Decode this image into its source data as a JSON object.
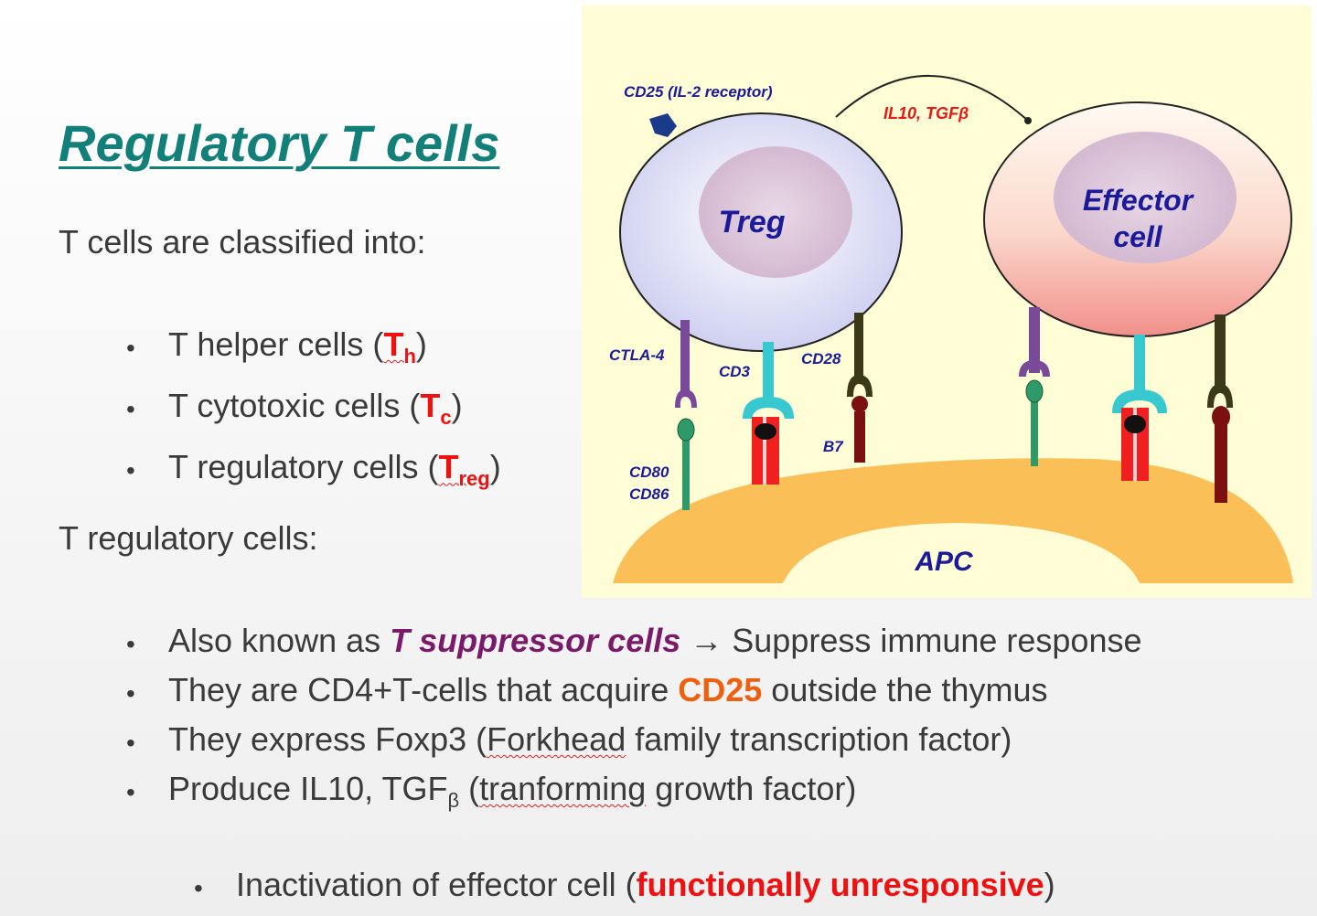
{
  "title": "Regulatory T cells",
  "intro": "T cells are classified into:",
  "classes": [
    {
      "text": "T helper cells (",
      "sym": "T",
      "sub": "h",
      "close": ")"
    },
    {
      "text": "T cytotoxic cells (",
      "sym": "T",
      "sub": "c",
      "close": ")"
    },
    {
      "text": "T regulatory cells (",
      "sym": "T",
      "sub": "reg",
      "close": ")"
    }
  ],
  "treg_heading": "T regulatory cells:",
  "facts": {
    "f1_pre": "Also known as ",
    "f1_em": "T suppressor cells",
    "f1_post": " → Suppress immune response",
    "f2_pre": "They are CD4+T-cells that acquire ",
    "f2_em": "CD25",
    "f2_post": " outside the thymus",
    "f3_pre": "They express Foxp3 (",
    "f3_wavy": "Forkhead",
    "f3_post": " family transcription factor)",
    "f4_pre": "Produce IL10, TGF",
    "f4_sub": "β",
    "f4_mid": " (",
    "f4_wavy": "tranforming",
    "f4_post": " growth factor)"
  },
  "inactivation": {
    "pre": "Inactivation of effector cell  (",
    "em": "functionally unresponsive",
    "post": ")"
  },
  "diagram": {
    "cd25_label": "CD25 (IL-2 receptor)",
    "cytokine_label": "IL10, TGFβ",
    "treg_label": "Treg",
    "effector_line1": "Effector",
    "effector_line2": "cell",
    "ctla4_label": "CTLA-4",
    "cd3_label": "CD3",
    "cd28_label": "CD28",
    "b7_label": "B7",
    "cd80_label": "CD80",
    "cd86_label": "CD86",
    "apc_label": "APC"
  },
  "colors": {
    "title": "#128078",
    "emphasis_red": "#f01010",
    "emphasis_purple": "#7a1a6a",
    "emphasis_orange": "#ee6010",
    "diagram_bg": "#fefdd6",
    "apc": "#fbbf58",
    "label_blue": "#1a1a9a"
  }
}
